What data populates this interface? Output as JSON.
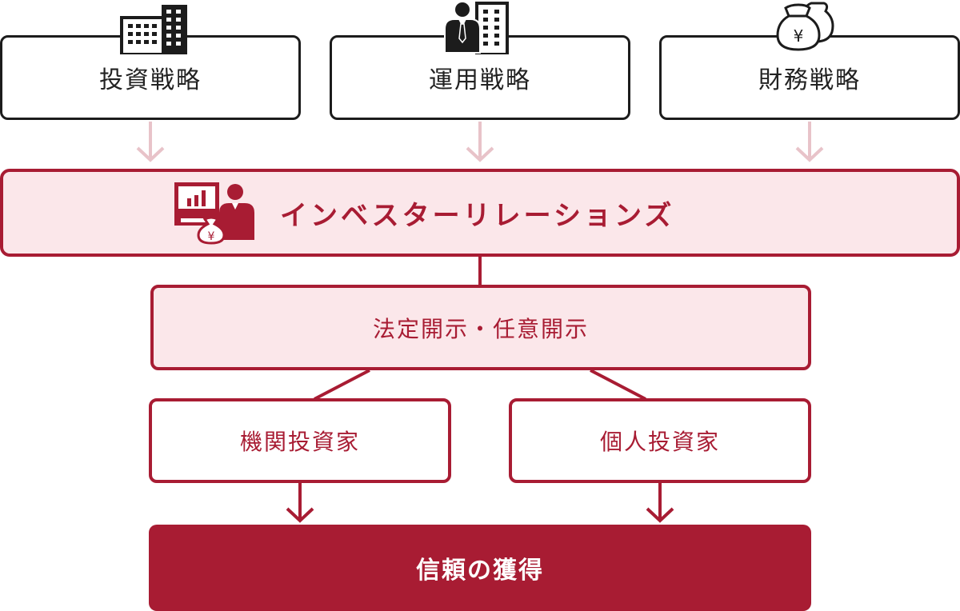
{
  "strategies": [
    {
      "label": "投資戦略",
      "icon": "office-building-icon"
    },
    {
      "label": "運用戦略",
      "icon": "businessman-building-icon"
    },
    {
      "label": "財務戦略",
      "icon": "yen-money-bags-icon"
    }
  ],
  "investor_relations": {
    "label": "インベスターリレーションズ",
    "icon": "presenter-with-chart-icon"
  },
  "disclosure": {
    "label": "法定開示・任意開示"
  },
  "investors": [
    {
      "label": "機関投資家"
    },
    {
      "label": "個人投資家"
    }
  ],
  "result": {
    "label": "信頼の獲得"
  },
  "colors": {
    "accent": "#a81c33",
    "accent_light_bg": "#fbe7ea",
    "pale_arrow": "#e8c3c9",
    "dark_text": "#222222",
    "icon_dark": "#1c1c1c"
  },
  "icon_text": {
    "yen_symbol": "¥"
  }
}
